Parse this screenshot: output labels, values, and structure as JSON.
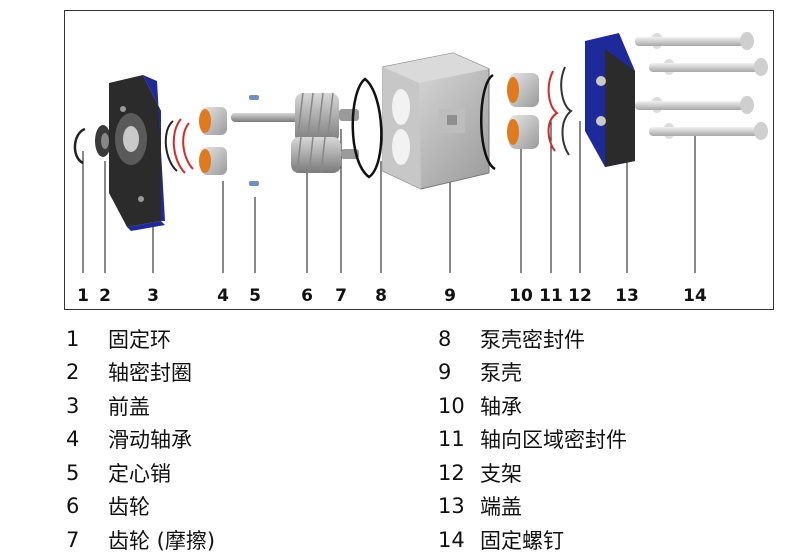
{
  "figure": {
    "callouts": [
      "1",
      "2",
      "3",
      "4",
      "5",
      "6",
      "7",
      "8",
      "9",
      "10",
      "11",
      "12",
      "13",
      "14"
    ]
  },
  "legend": {
    "left": [
      {
        "num": "1",
        "label": "固定环"
      },
      {
        "num": "2",
        "label": "轴密封圈"
      },
      {
        "num": "3",
        "label": "前盖"
      },
      {
        "num": "4",
        "label": "滑动轴承"
      },
      {
        "num": "5",
        "label": "定心销"
      },
      {
        "num": "6",
        "label": "齿轮"
      },
      {
        "num": "7",
        "label": "齿轮 (摩擦)"
      }
    ],
    "right": [
      {
        "num": "8",
        "label": "泵壳密封件"
      },
      {
        "num": "9",
        "label": "泵壳"
      },
      {
        "num": "10",
        "label": "轴承"
      },
      {
        "num": "11",
        "label": "轴向区域密封件"
      },
      {
        "num": "12",
        "label": "支架"
      },
      {
        "num": "13",
        "label": "端盖"
      },
      {
        "num": "14",
        "label": "固定螺钉"
      }
    ]
  },
  "colors": {
    "cover_blue": "#1f2a9a",
    "bearing_orange": "#e07a1f",
    "seal_red": "#d42a2a",
    "housing_gray": "#b9b9b9"
  }
}
